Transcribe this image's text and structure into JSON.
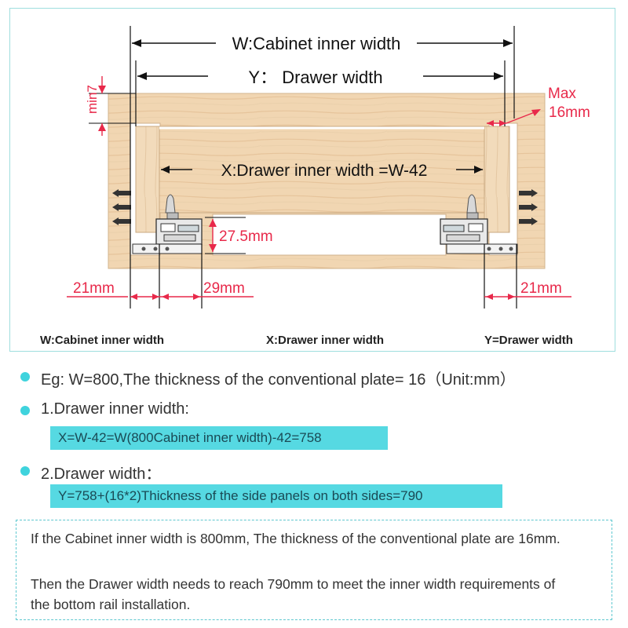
{
  "diagram": {
    "label_w": "W:Cabinet inner width",
    "label_y": "Y： Drawer width",
    "label_min7": "min7",
    "label_max": "Max",
    "label_max_value": "16mm",
    "label_x": "X:Drawer inner width =W-42",
    "label_height": "27.5mm",
    "label_left_gap": "21mm",
    "label_rail_gap": "29mm",
    "label_right_gap": "21mm",
    "colors": {
      "wood": "#f1d6b2",
      "wood_grain": "#e6c49b",
      "dimension_line": "#111111",
      "callout": "#e8294a",
      "accent": "#3fd3dd"
    }
  },
  "legend": {
    "w": "W:Cabinet inner width",
    "x": "X:Drawer inner width",
    "y": "Y=Drawer width"
  },
  "example": {
    "intro": "Eg: W=800,The thickness of the conventional plate= 16（Unit:mm）",
    "step1_title": "1.Drawer inner width:",
    "step1_formula": "X=W-42=W(800Cabinet inner width)-42=758",
    "step2_title": "2.Drawer width：",
    "step2_formula": "Y=758+(16*2)Thickness of the side panels on both sides=790"
  },
  "note": {
    "line1": "If the Cabinet inner width is 800mm, The thickness of the conventional plate are 16mm.",
    "line2": "Then the Drawer width needs to reach 790mm to meet the inner width requirements of the bottom rail installation."
  }
}
